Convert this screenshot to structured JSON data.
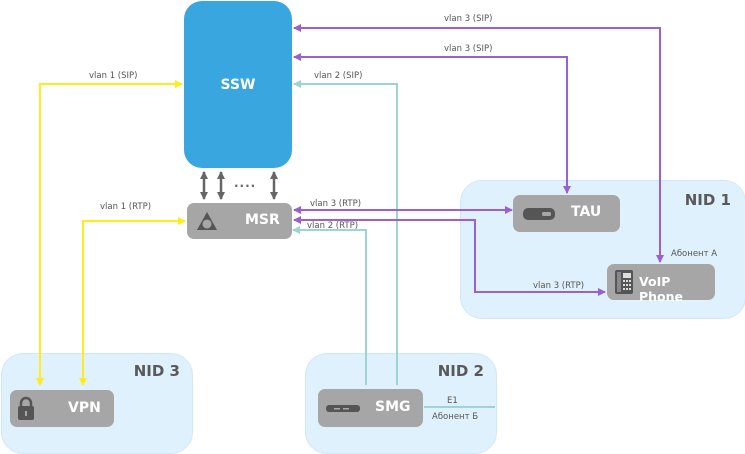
{
  "colors": {
    "vlan1": "#ffec1a",
    "vlan2": "#9dd3d3",
    "vlan3": "#9a5fd1",
    "ssw": "#3aa6df",
    "node": "#a6a6a6",
    "zone": "#dff1fd",
    "internal": "#666666"
  },
  "nodes": {
    "ssw": "SSW",
    "msr": "MSR",
    "tau": "TAU",
    "voip": "VoIP Phone",
    "smg": "SMG",
    "vpn": "VPN"
  },
  "zones": {
    "nid1": "NID 1",
    "nid2": "NID 2",
    "nid3": "NID 3"
  },
  "links": {
    "vlan3_sip_voip": "vlan 3 (SIP)",
    "vlan3_sip_tau": "vlan 3 (SIP)",
    "vlan2_sip": "vlan 2 (SIP)",
    "vlan1_sip": "vlan 1 (SIP)",
    "vlan1_rtp": "vlan 1 (RTP)",
    "vlan3_rtp_tau": "vlan 3 (RTP)",
    "vlan2_rtp": "vlan 2 (RTP)",
    "vlan3_rtp_voip": "vlan 3 (RTP)",
    "e1": "E1",
    "subscriber_a": "Абонент А",
    "subscriber_b": "Абонент Б",
    "ellipsis": "...."
  }
}
